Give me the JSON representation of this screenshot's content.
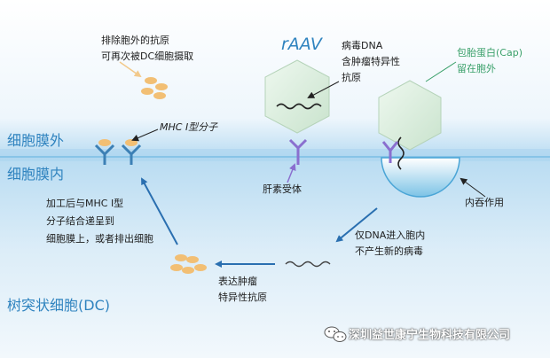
{
  "title": "rAAV",
  "regions": {
    "outside": "细胞膜外",
    "inside": "细胞膜内",
    "cell": "树突状细胞(DC)"
  },
  "labels": {
    "excreted_antigen": [
      "排除胞外的抗原",
      "可再次被DC细胞摄取"
    ],
    "mhc": "MHC I型分子",
    "viral_dna": [
      "病毒DNA",
      "含肿瘤特异性",
      "抗原"
    ],
    "capsid": [
      "包胎蛋白(Cap)",
      "留在胞外"
    ],
    "receptor": "肝素受体",
    "endocytosis": "内吞作用",
    "processing": [
      "加工后与MHC I型",
      "分子结合递呈到",
      "细胞膜上，或者排出细胞"
    ],
    "dna_enters": [
      "仅DNA进入胞内",
      "不产生新的病毒"
    ],
    "expression": [
      "表达肿瘤",
      "特异性抗原"
    ]
  },
  "watermark": "深圳益世康宁生物科技有限公司",
  "colors": {
    "accent": "#2f83bf",
    "capsid_text": "#3aa06a",
    "receptor": "#8a6fcf",
    "mhc": "#3c80b5",
    "antigen": "#f2bf74"
  },
  "icons": [
    "wechat-icon"
  ]
}
